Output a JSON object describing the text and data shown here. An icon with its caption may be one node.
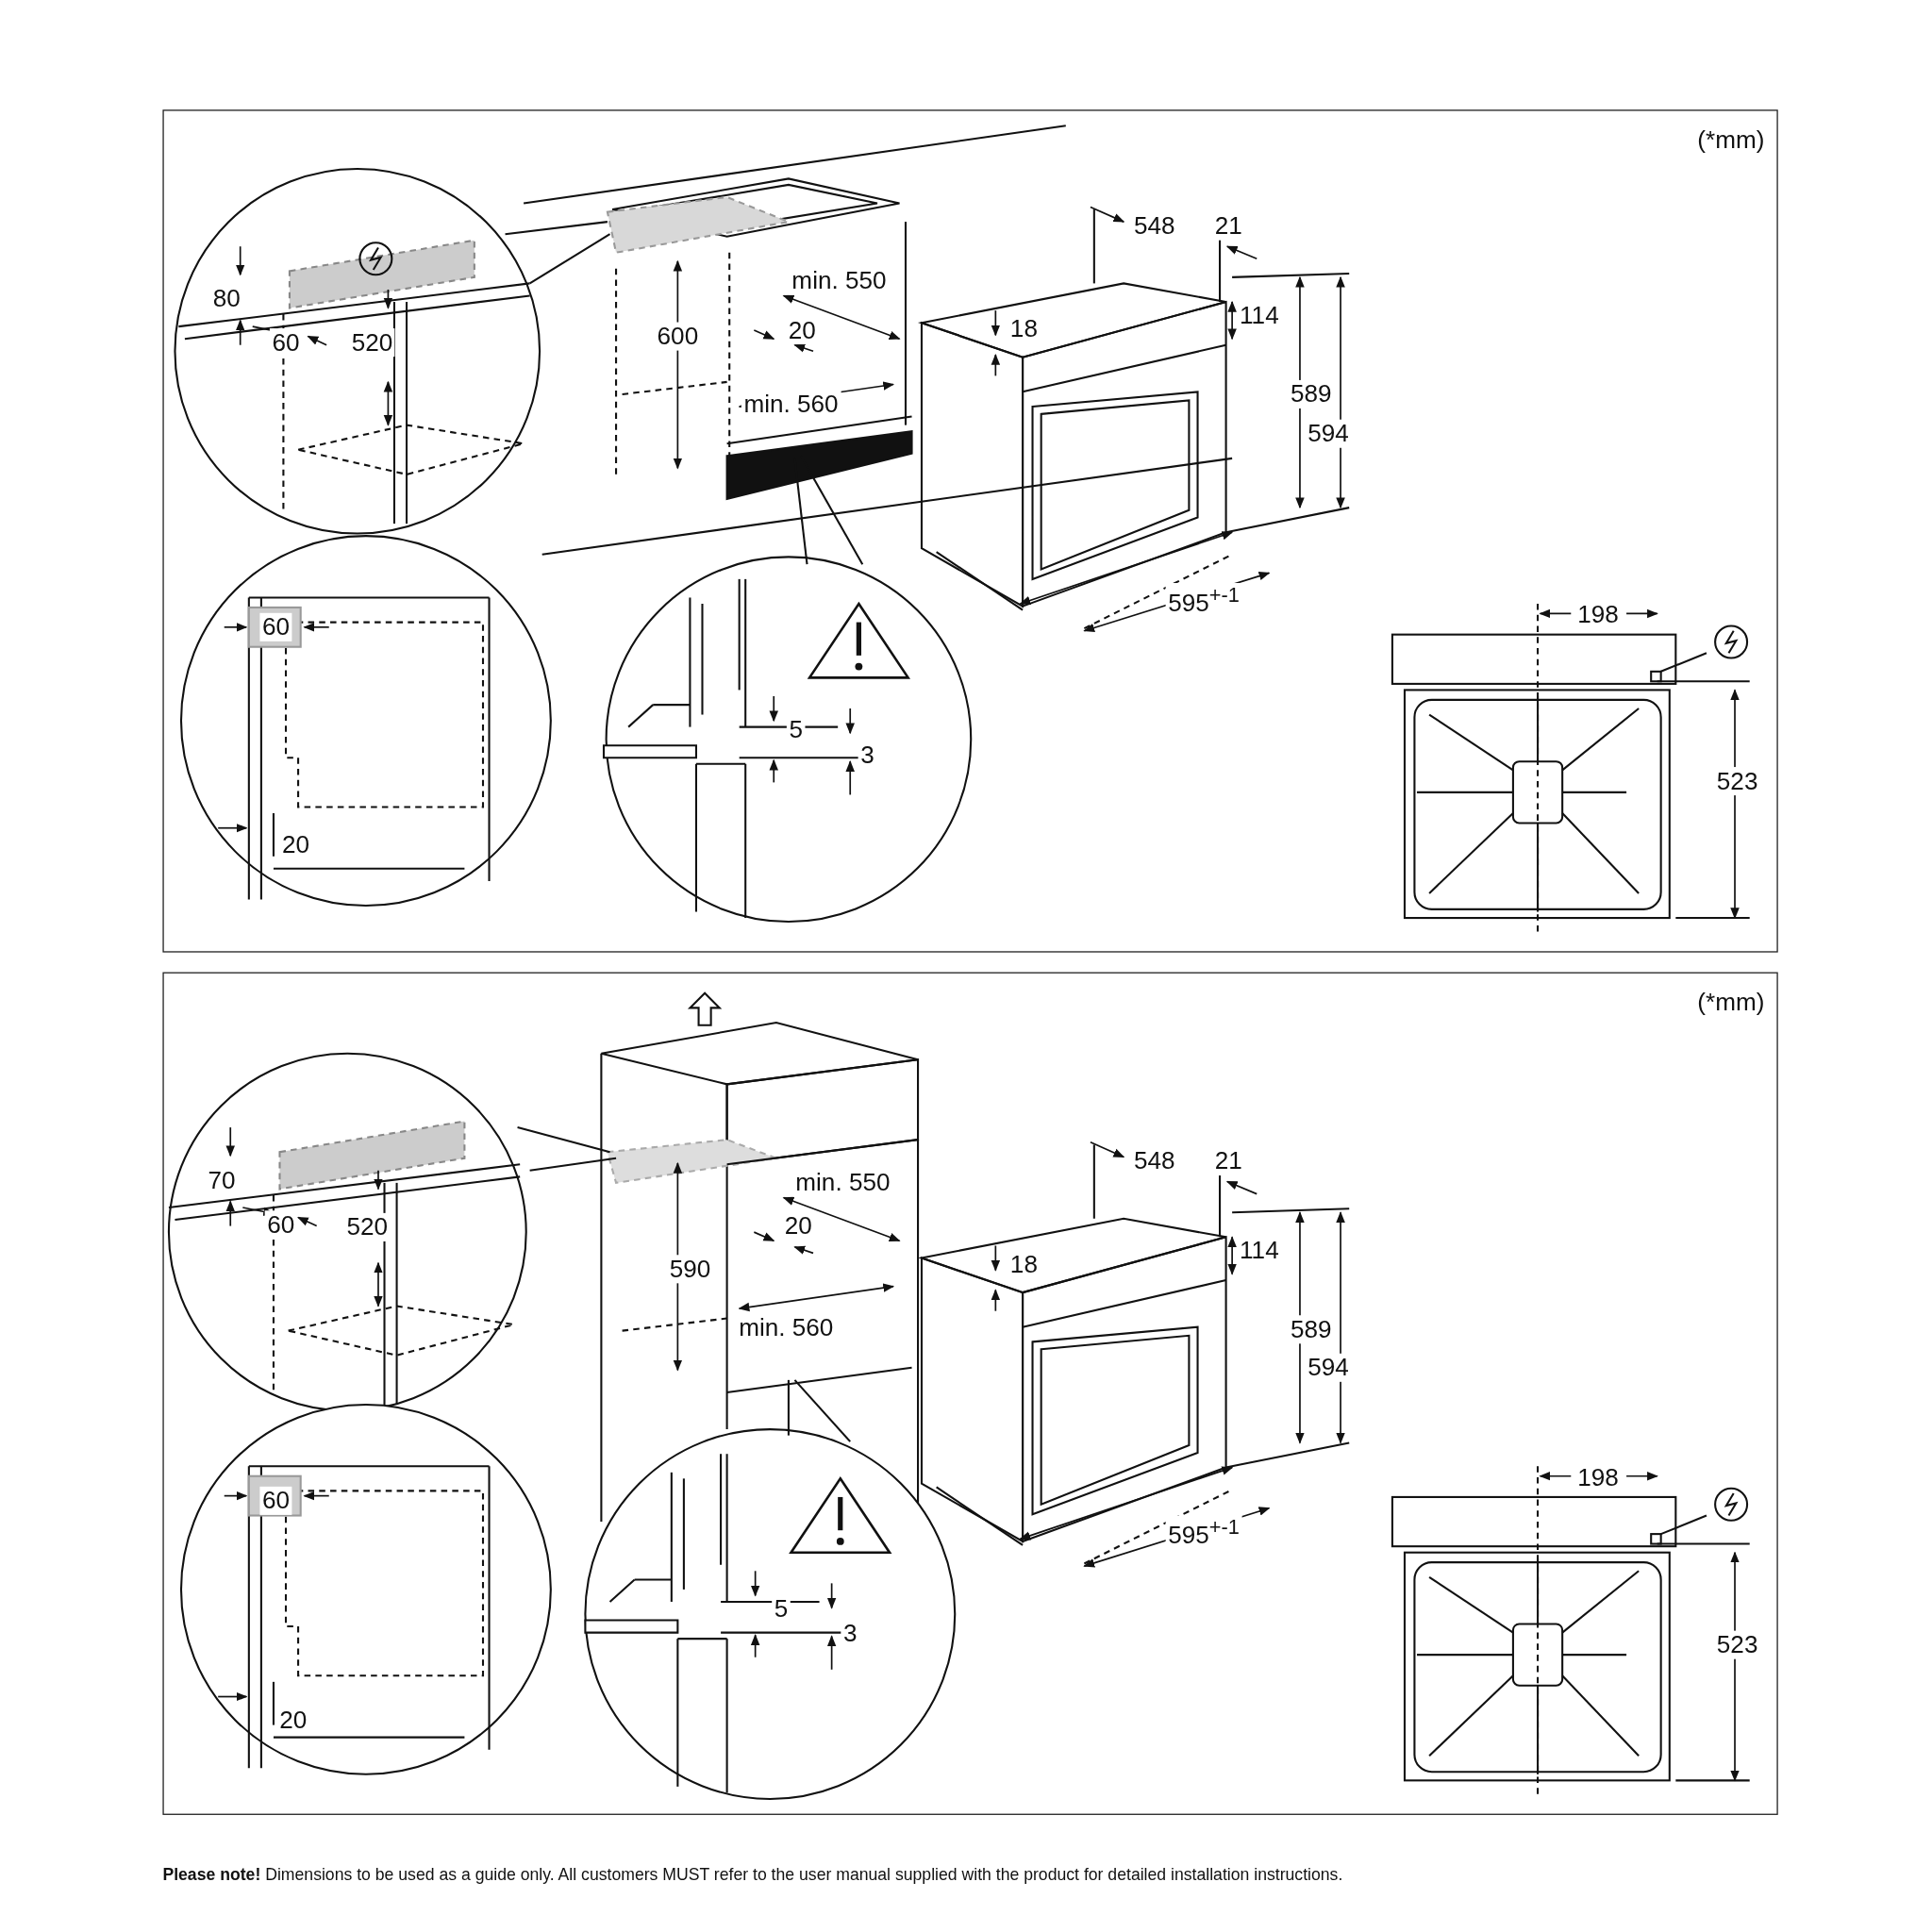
{
  "diagram": {
    "caption": "**Please note!** Dimensions to be used as a guide only. All customers MUST refer to the user manual supplied with the product for detailed installation instructions.",
    "nodes": [
      {
        "text": [
          "(*mm)"
        ]
      },
      {
        "text": [
          "(*mm)"
        ]
      }
    ],
    "edges": [],
    "labels": [
      "548",
      "21",
      "80",
      "60",
      "520",
      "600",
      "min. 550",
      "20",
      "18",
      "114",
      "min. 560",
      "589",
      "594",
      "60",
      "595$^{+-1}$",
      "198",
      "5",
      "3",
      "523",
      "20",
      "548",
      "21",
      "70",
      "60",
      "520",
      "min. 550",
      "20",
      "590",
      "18",
      "114",
      "min. 560",
      "589",
      "594",
      "60",
      "595$^{+-1}$",
      "198",
      "5",
      "3",
      "523",
      "20"
    ]
  }
}
